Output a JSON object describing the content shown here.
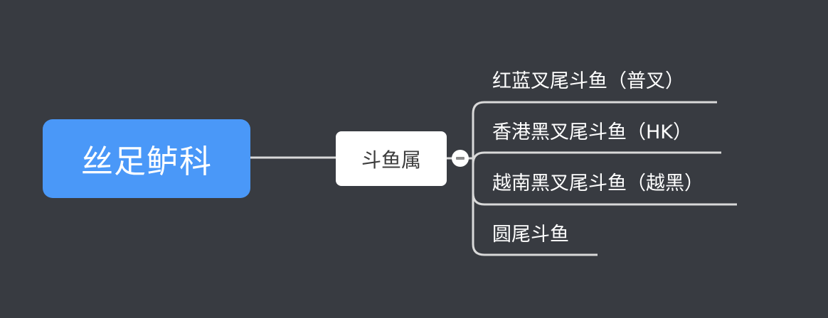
{
  "mindmap": {
    "root": {
      "label": "丝足鲈科"
    },
    "main_topic": {
      "label": "斗鱼属"
    },
    "subtopics": [
      {
        "label": "红蓝叉尾斗鱼（普叉）"
      },
      {
        "label": "香港黑叉尾斗鱼（HK）"
      },
      {
        "label": "越南黑叉尾斗鱼（越黑）"
      },
      {
        "label": "圆尾斗鱼"
      }
    ],
    "colors": {
      "background": "#383b41",
      "root_fill": "#4a98f8",
      "topic_fill": "#ffffff",
      "connector": "#d9d9d9"
    },
    "icons": {
      "collapse": "minus-icon"
    }
  }
}
